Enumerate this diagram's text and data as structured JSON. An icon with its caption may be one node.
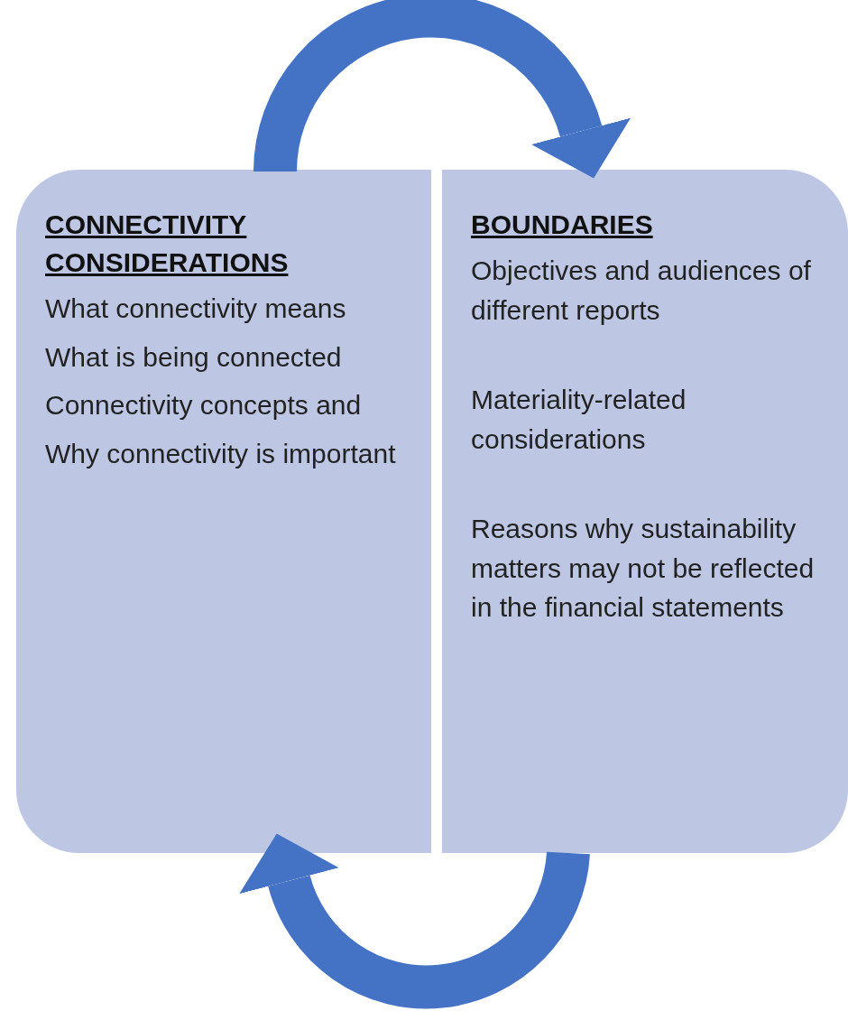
{
  "diagram": {
    "nodes": [
      {
        "text": [
          "CONNECTIVITY CONSIDERATIONS",
          "What connectivity means",
          "What is being connected",
          "Connectivity concepts and",
          "Why connectivity is important"
        ]
      },
      {
        "text": [
          "BOUNDARIES",
          "Objectives and audiences of different reports",
          "Materiality-related considerations",
          "Reasons why sustainability matters may not be reflected in the financial statements"
        ]
      }
    ],
    "edges": [
      {
        "from": 0,
        "to": 1,
        "arrow": "to"
      },
      {
        "from": 1,
        "to": 0,
        "arrow": "to"
      }
    ]
  }
}
